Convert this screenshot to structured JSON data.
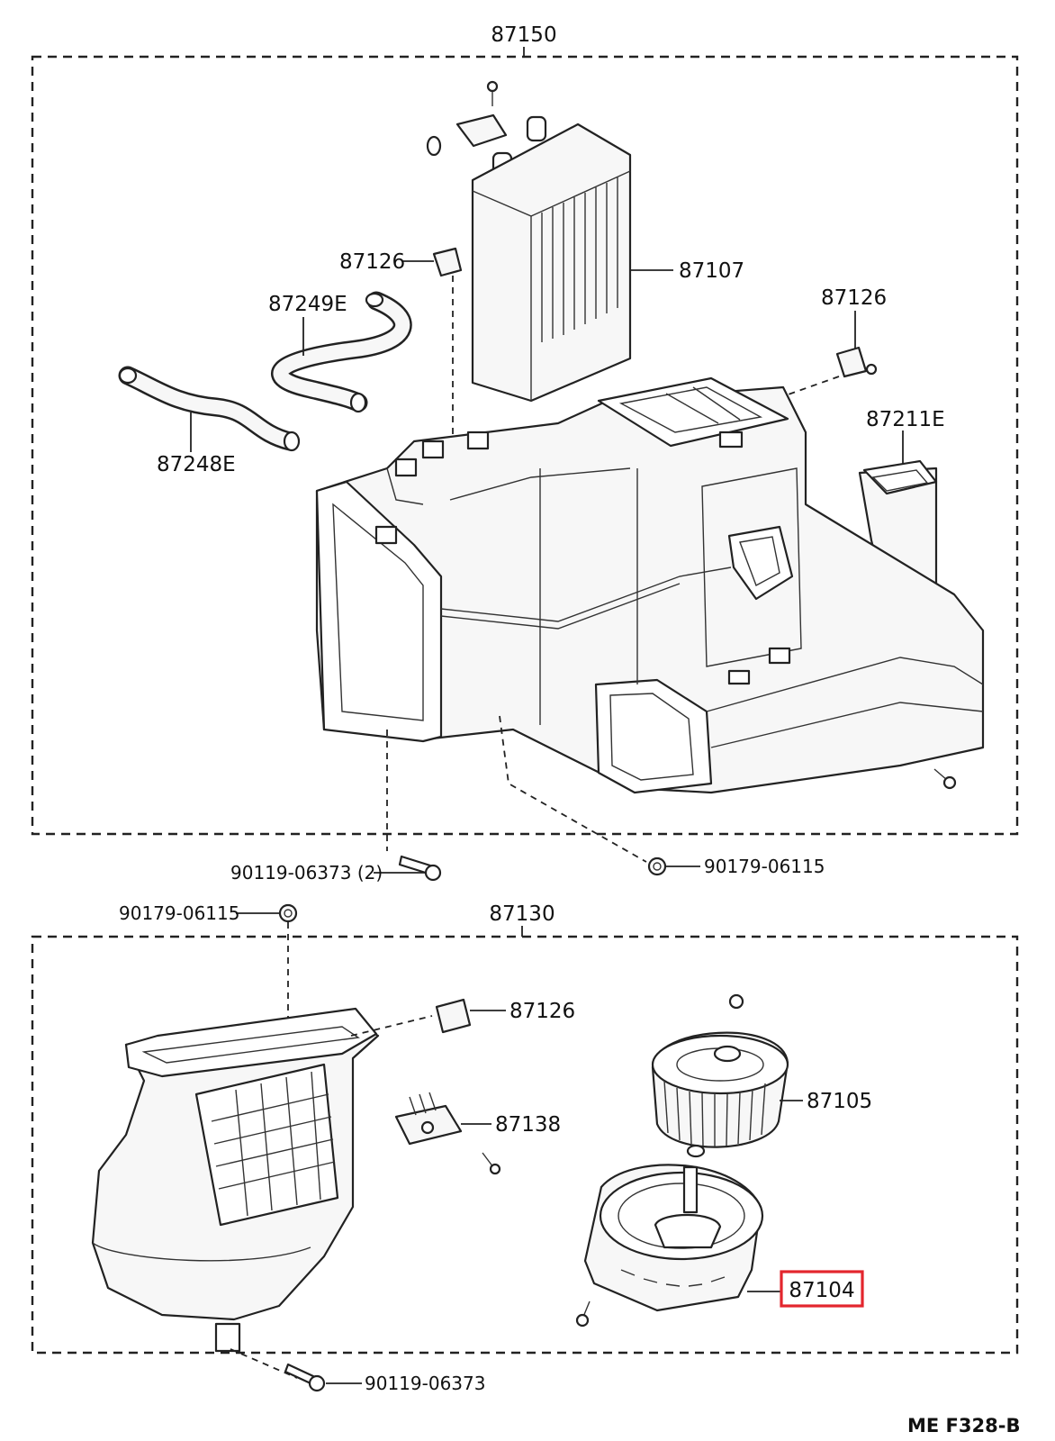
{
  "assemblies": {
    "upper": {
      "number": "87150"
    },
    "lower": {
      "number": "87130"
    }
  },
  "callouts": {
    "c87107": "87107",
    "c87126_a": "87126",
    "c87126_b": "87126",
    "c87249E": "87249E",
    "c87248E": "87248E",
    "c87211E": "87211E",
    "c90119_06373_2": "90119-06373 (2)",
    "c90179_06115_right": "90179-06115",
    "c90179_06115_left": "90179-06115",
    "c87126_c": "87126",
    "c87138": "87138",
    "c87105": "87105",
    "c87104": "87104",
    "c90119_06373": "90119-06373"
  },
  "highlight": {
    "part": "87104",
    "color": "#e3262d"
  },
  "footer": {
    "code": "ME  F328-B"
  }
}
